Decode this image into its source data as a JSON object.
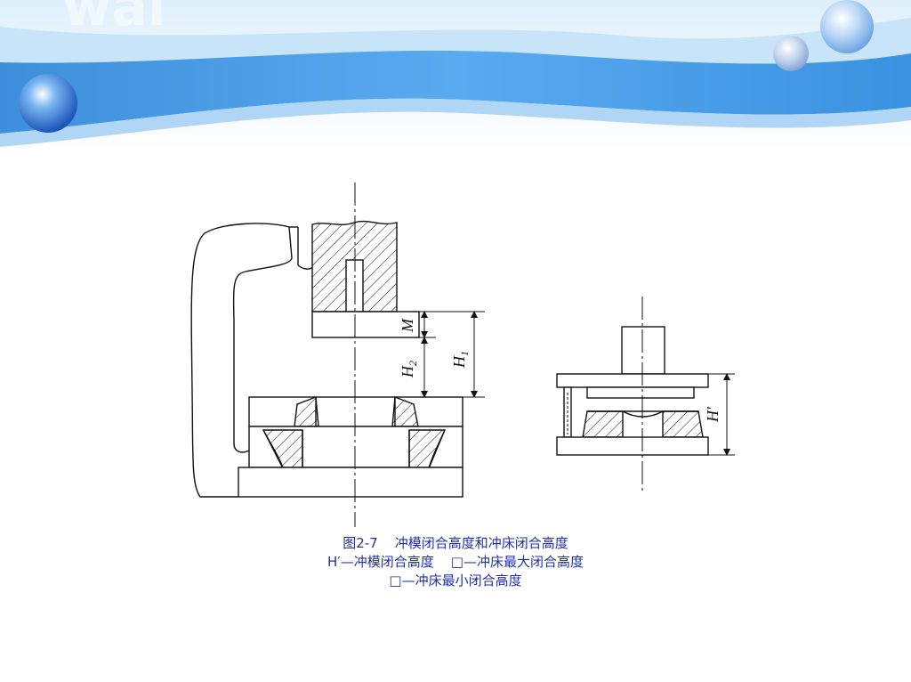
{
  "slide": {
    "banner_text": "wai"
  },
  "diagram": {
    "labels": {
      "M": "M",
      "H": "H",
      "sub_2": "2",
      "sub_1": "1",
      "H_prime": "H′"
    }
  },
  "caption": {
    "line1": "图2-7    冲模闭合高度和冲床闭合高度",
    "line2": "H′—冲模闭合高度    □—冲床最大闭合高度",
    "line3": "□—冲床最小闭合高度"
  },
  "colors": {
    "banner_blue": "#4da1e6",
    "caption_text": "#1f2fa8"
  }
}
